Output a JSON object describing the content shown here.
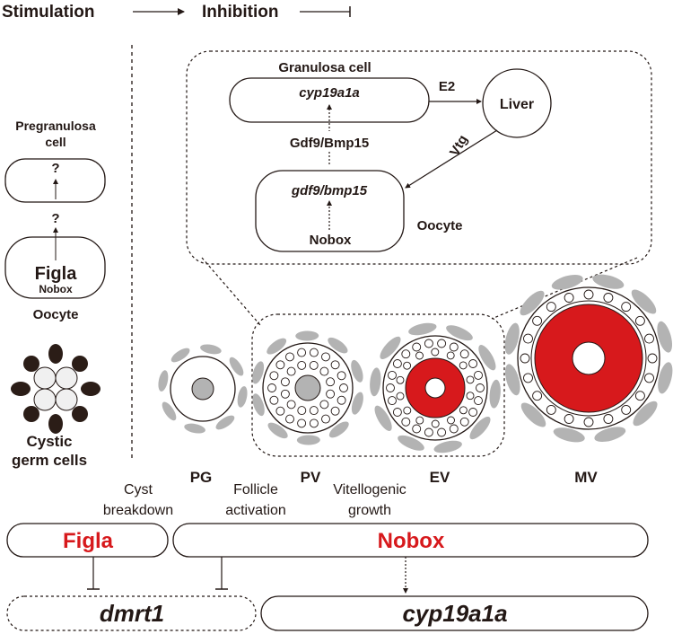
{
  "legend": {
    "stimulation": "Stimulation",
    "inhibition": "Inhibition"
  },
  "left_panel": {
    "pregranulosa_line1": "Pregranulosa",
    "pregranulosa_line2": "cell",
    "question_top": "?",
    "question_mid": "?",
    "figla": "Figla",
    "nobox_small": "Nobox",
    "oocyte": "Oocyte",
    "cystic_line1": "Cystic",
    "cystic_line2": "germ cells"
  },
  "inset": {
    "granulosa_cell": "Granulosa cell",
    "cyp19a1a": "cyp19a1a",
    "e2": "E2",
    "liver": "Liver",
    "gdf9_bmp15": "Gdf9/Bmp15",
    "vtg": "Vtg",
    "gdf9_bmp15_gene": "gdf9/bmp15",
    "nobox": "Nobox",
    "oocyte": "Oocyte"
  },
  "stages": {
    "pg": "PG",
    "pv": "PV",
    "ev": "EV",
    "mv": "MV"
  },
  "processes": {
    "cyst_line1": "Cyst",
    "cyst_line2": "breakdown",
    "follicle_line1": "Follicle",
    "follicle_line2": "activation",
    "vitello_line1": "Vitellogenic",
    "vitello_line2": "growth"
  },
  "bottom": {
    "figla": "Figla",
    "nobox": "Nobox",
    "dmrt1": "dmrt1",
    "cyp19a1a": "cyp19a1a"
  },
  "colors": {
    "red": "#d7191c",
    "gray": "#b3b3b3",
    "dark": "#231815"
  }
}
